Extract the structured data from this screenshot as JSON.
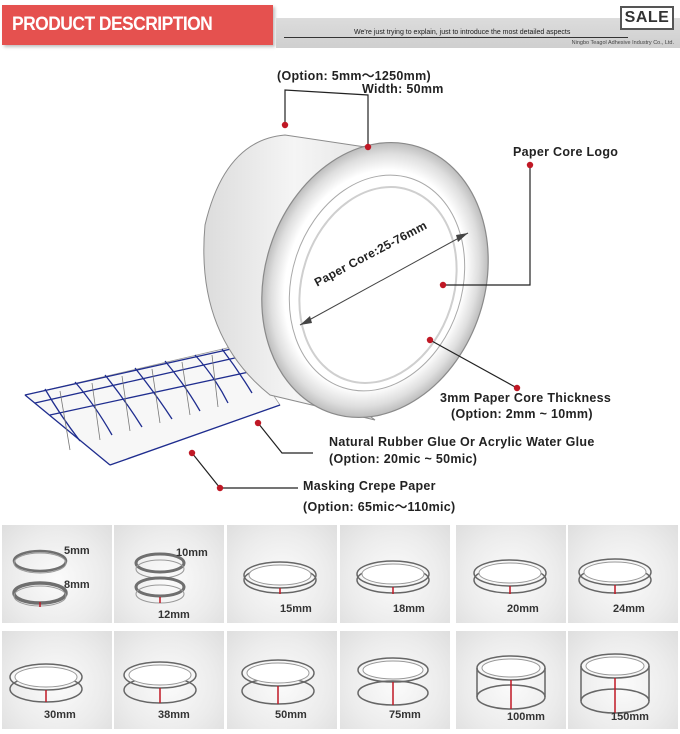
{
  "header": {
    "banner_title": "PRODUCT DESCRIPTION",
    "tagline": "We're just trying to explain, just to introduce the most detailed aspects",
    "company": "Ningbo Teagol Adhesive Industry Co., Ltd.",
    "sale_badge": "SALE"
  },
  "diagram": {
    "width_option": "(Option: 5mm～1250mm)",
    "width_value": "Width: 50mm",
    "paper_core_logo": "Paper Core Logo",
    "paper_core_size": "Paper Core:25-76mm",
    "core_thickness": "3mm Paper Core Thickness",
    "core_thickness_option": "(Option:  2mm ~ 10mm)",
    "glue": "Natural Rubber Glue Or Acrylic Water Glue",
    "glue_option": "(Option: 20mic ~ 50mic)",
    "paper": "Masking Crepe Paper",
    "paper_option": "(Option: 65mic～110mic)"
  },
  "sizes": {
    "row1": [
      {
        "label_a": "5mm",
        "label_b": "8mm"
      },
      {
        "label_a": "10mm",
        "label_b": "12mm"
      },
      {
        "label": "15mm"
      },
      {
        "label": "18mm"
      },
      {
        "label": "20mm"
      },
      {
        "label": "24mm"
      }
    ],
    "row2": [
      {
        "label": "30mm"
      },
      {
        "label": "38mm"
      },
      {
        "label": "50mm"
      },
      {
        "label": "75mm"
      },
      {
        "label": "100mm"
      },
      {
        "label": "150mm"
      }
    ]
  },
  "colors": {
    "banner": "#e5514f",
    "marker": "#c01825",
    "net": "#1f2d8f"
  }
}
